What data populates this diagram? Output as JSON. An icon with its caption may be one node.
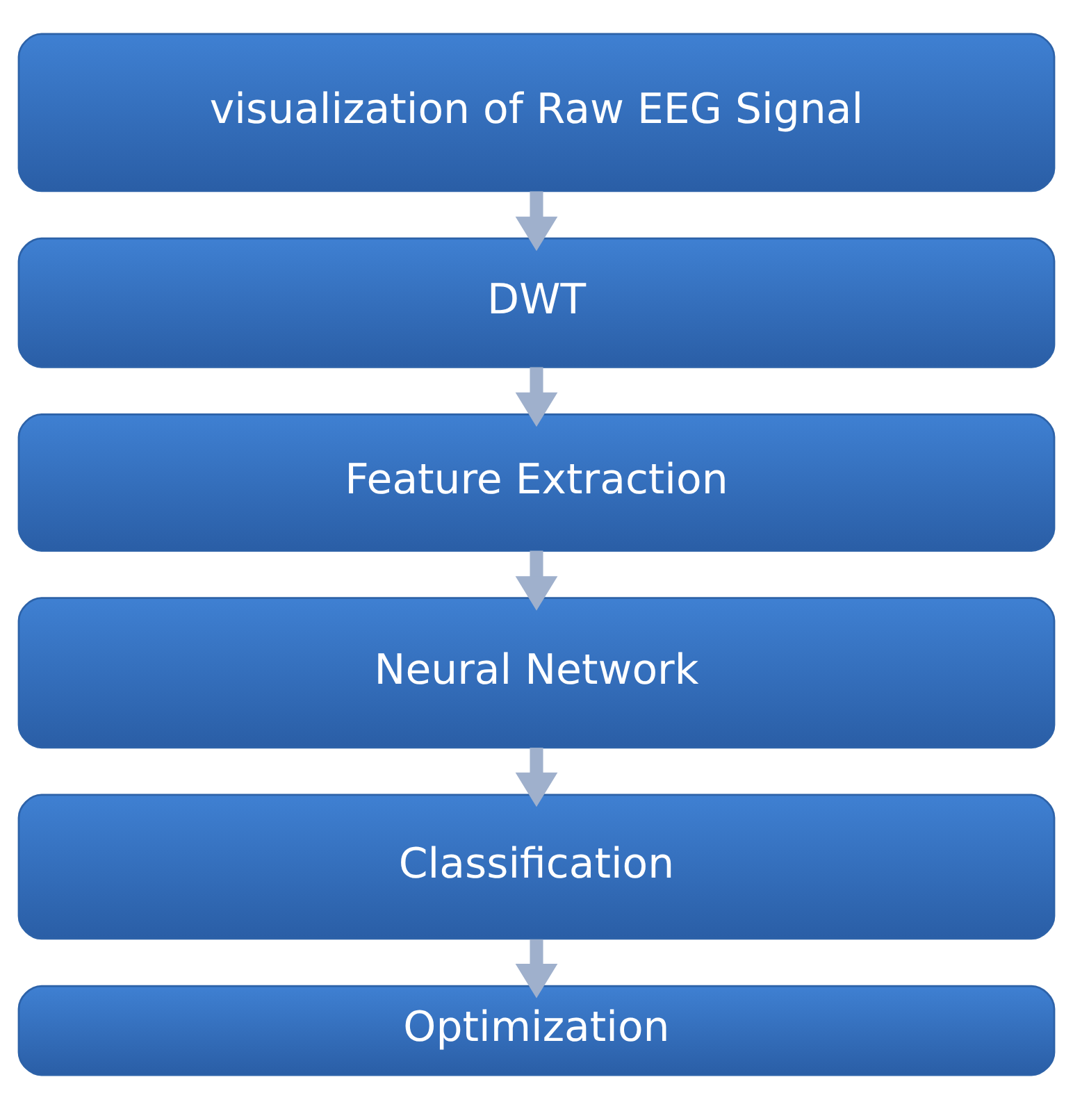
{
  "diagram": {
    "nodes": [
      {
        "text": [
          "visualization of Raw EEG Signal"
        ]
      },
      {
        "text": [
          "DWT"
        ]
      },
      {
        "text": [
          "Feature Extraction"
        ]
      },
      {
        "text": [
          "Neural Network"
        ]
      },
      {
        "text": [
          "Classification"
        ]
      },
      {
        "text": [
          "Optimization"
        ]
      }
    ],
    "edges": [
      {
        "from": 0,
        "to": 1,
        "arrow": "to"
      },
      {
        "from": 1,
        "to": 2,
        "arrow": "to"
      },
      {
        "from": 2,
        "to": 3,
        "arrow": "to"
      },
      {
        "from": 3,
        "to": 4,
        "arrow": "to"
      },
      {
        "from": 4,
        "to": 5,
        "arrow": "to"
      }
    ]
  }
}
